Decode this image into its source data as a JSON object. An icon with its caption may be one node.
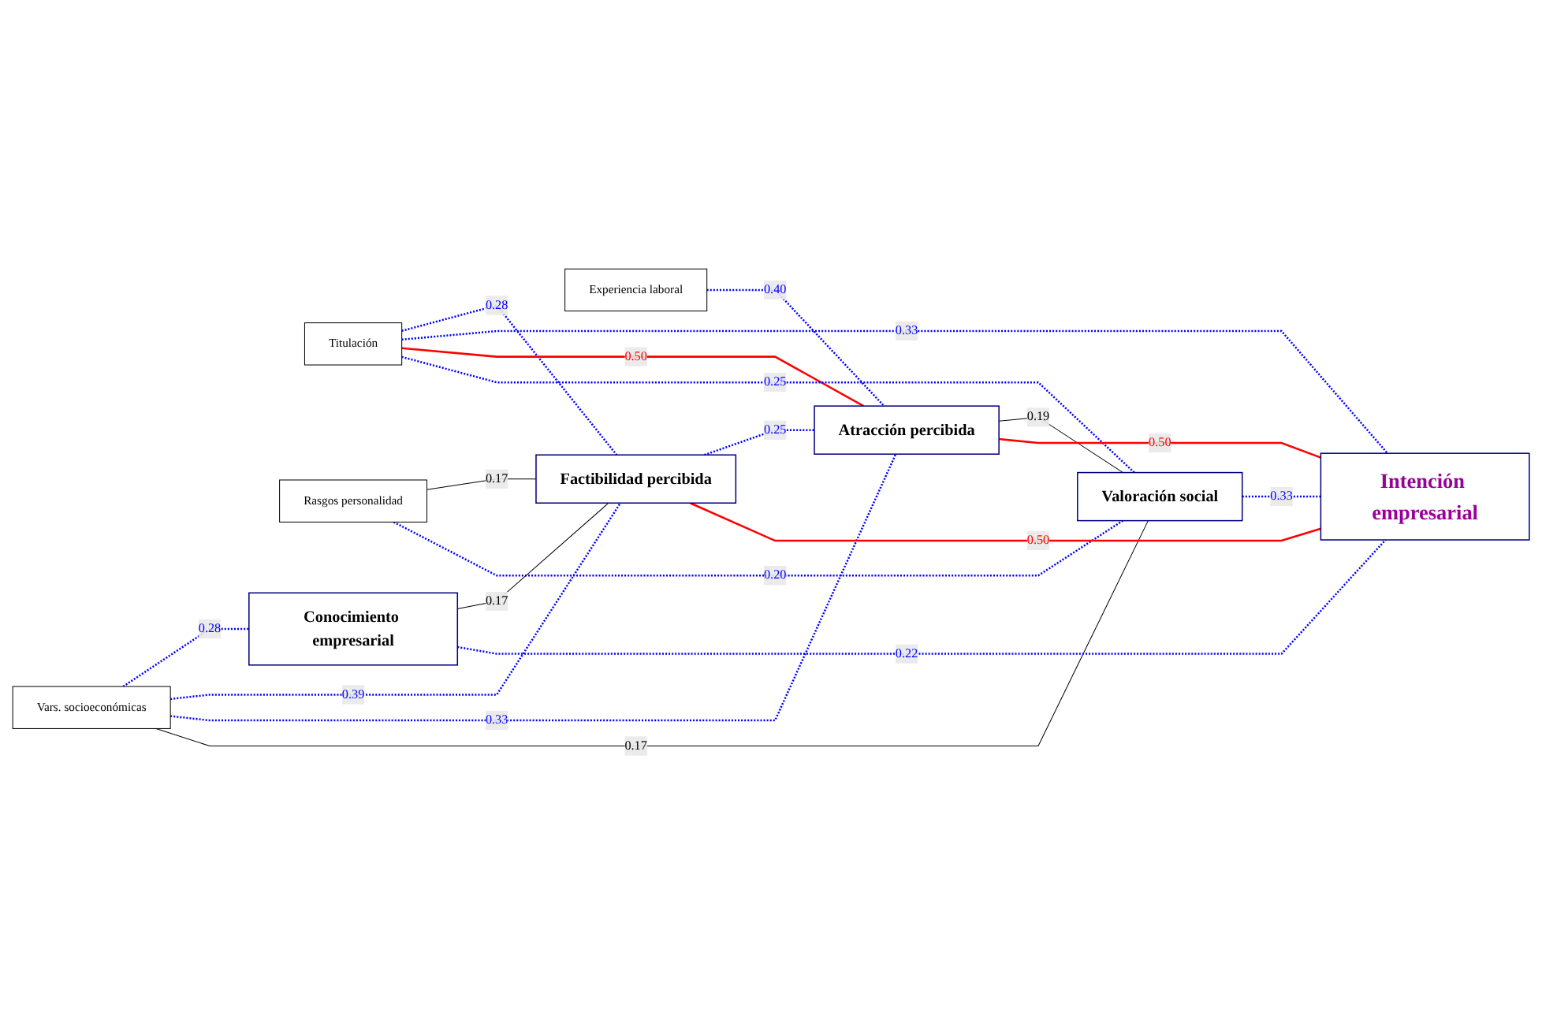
{
  "diagram": {
    "nodes": [
      {
        "text": [
          "Vars. socioeconómicas"
        ]
      },
      {
        "text": [
          "Titulación"
        ]
      },
      {
        "text": [
          "Experiencia laboral"
        ]
      },
      {
        "text": [
          "Rasgos personalidad"
        ]
      },
      {
        "text": [
          "Conocimiento empresarial"
        ]
      },
      {
        "text": [
          "Factibilidad percibida"
        ]
      },
      {
        "text": [
          "Atracción percibida"
        ]
      },
      {
        "text": [
          "Valoración social"
        ]
      },
      {
        "text": [
          "Intención empresarial"
        ]
      }
    ],
    "edges": [
      {
        "from": 0,
        "to": 4,
        "arrow": "none",
        "label": "0.28",
        "style": "dashed"
      },
      {
        "from": 0,
        "to": 5,
        "arrow": "none",
        "label": "0.39",
        "style": "dashed"
      },
      {
        "from": 0,
        "to": 6,
        "arrow": "none",
        "label": "0.33",
        "style": "dashed"
      },
      {
        "from": 0,
        "to": 7,
        "arrow": "none",
        "label": "0.17",
        "color": "#000000"
      },
      {
        "from": 1,
        "to": 5,
        "arrow": "none",
        "label": "0.28",
        "style": "dashed"
      },
      {
        "from": 1,
        "to": 8,
        "arrow": "none",
        "label": "0.33",
        "style": "dashed"
      },
      {
        "from": 1,
        "to": 6,
        "arrow": "none",
        "label": "0.50",
        "color": "#ff0000"
      },
      {
        "from": 1,
        "to": 7,
        "arrow": "none",
        "label": "0.25",
        "style": "dashed"
      },
      {
        "from": 2,
        "to": 6,
        "arrow": "none",
        "label": "0.40",
        "style": "dashed"
      },
      {
        "from": 3,
        "to": 5,
        "arrow": "none",
        "label": "0.17",
        "color": "#000000"
      },
      {
        "from": 3,
        "to": 7,
        "arrow": "none",
        "label": "0.20",
        "style": "dashed"
      },
      {
        "from": 4,
        "to": 5,
        "arrow": "none",
        "label": "0.17",
        "color": "#000000"
      },
      {
        "from": 5,
        "to": 6,
        "arrow": "none",
        "label": "0.25",
        "style": "dashed"
      },
      {
        "from": 6,
        "to": 7,
        "arrow": "none",
        "label": "0.19",
        "color": "#000000"
      },
      {
        "from": 4,
        "to": 8,
        "arrow": "none",
        "label": "0.22",
        "style": "dashed"
      },
      {
        "from": 5,
        "to": 8,
        "arrow": "none",
        "label": "0.50",
        "color": "#ff0000"
      },
      {
        "from": 6,
        "to": 8,
        "arrow": "none",
        "label": "0.50",
        "color": "#ff0000"
      },
      {
        "from": 7,
        "to": 8,
        "arrow": "none",
        "label": "0.33",
        "style": "dashed"
      }
    ]
  }
}
